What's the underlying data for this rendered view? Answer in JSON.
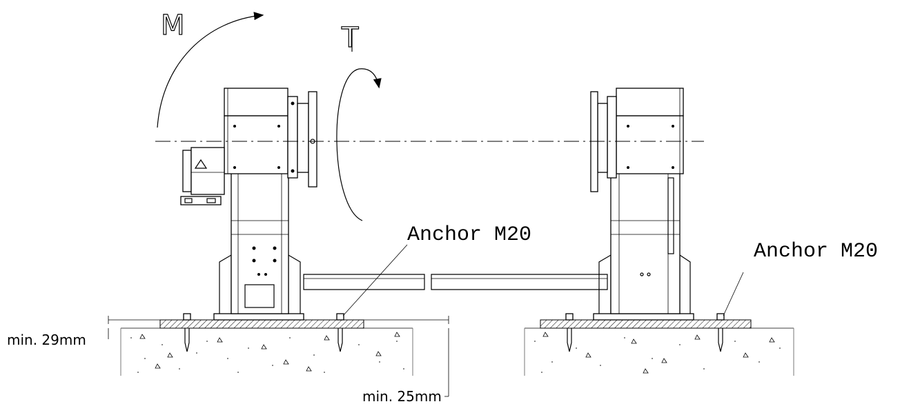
{
  "labels": {
    "moment": "M",
    "torque": "T",
    "anchor_left": "Anchor M20",
    "anchor_right": "Anchor M20",
    "min_top": "min. 29mm",
    "min_bottom": "min. 25mm"
  }
}
